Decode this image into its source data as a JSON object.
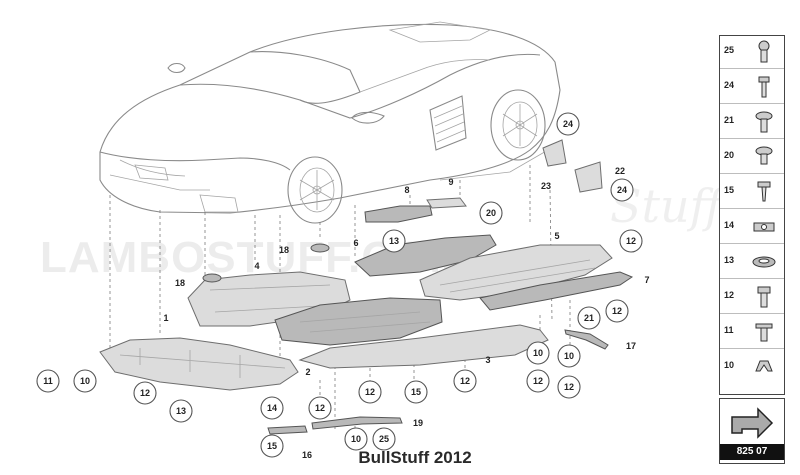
{
  "diagram": {
    "watermark_main": "LAMBOSTUFF.COM",
    "watermark_script": "Stuff",
    "footer_credit": "BullStuff 2012",
    "callouts": [
      {
        "id": "c-24a",
        "label": "24"
      },
      {
        "id": "c-24b",
        "label": "24"
      },
      {
        "id": "c-20",
        "label": "20"
      },
      {
        "id": "c-13a",
        "label": "13"
      },
      {
        "id": "c-12a",
        "label": "12"
      },
      {
        "id": "c-12b",
        "label": "12"
      },
      {
        "id": "c-21",
        "label": "21"
      },
      {
        "id": "c-10a",
        "label": "10"
      },
      {
        "id": "c-10b",
        "label": "10"
      },
      {
        "id": "c-12c",
        "label": "12"
      },
      {
        "id": "c-12d",
        "label": "12"
      },
      {
        "id": "c-11",
        "label": "11"
      },
      {
        "id": "c-10c",
        "label": "10"
      },
      {
        "id": "c-12e",
        "label": "12"
      },
      {
        "id": "c-13b",
        "label": "13"
      },
      {
        "id": "c-14",
        "label": "14"
      },
      {
        "id": "c-12f",
        "label": "12"
      },
      {
        "id": "c-12g",
        "label": "12"
      },
      {
        "id": "c-15a",
        "label": "15"
      },
      {
        "id": "c-12h",
        "label": "12"
      },
      {
        "id": "c-15b",
        "label": "15"
      },
      {
        "id": "c-10d",
        "label": "10"
      },
      {
        "id": "c-25",
        "label": "25"
      }
    ],
    "labels": [
      {
        "id": "l-23",
        "label": "23"
      },
      {
        "id": "l-22",
        "label": "22"
      },
      {
        "id": "l-8",
        "label": "8"
      },
      {
        "id": "l-9",
        "label": "9"
      },
      {
        "id": "l-5",
        "label": "5"
      },
      {
        "id": "l-18a",
        "label": "18"
      },
      {
        "id": "l-6",
        "label": "6"
      },
      {
        "id": "l-4",
        "label": "4"
      },
      {
        "id": "l-18b",
        "label": "18"
      },
      {
        "id": "l-7",
        "label": "7"
      },
      {
        "id": "l-1",
        "label": "1"
      },
      {
        "id": "l-17",
        "label": "17"
      },
      {
        "id": "l-3",
        "label": "3"
      },
      {
        "id": "l-2",
        "label": "2"
      },
      {
        "id": "l-19",
        "label": "19"
      },
      {
        "id": "l-16",
        "label": "16"
      }
    ]
  },
  "legend": {
    "items": [
      {
        "number": "25",
        "icon": "torx-bolt-icon"
      },
      {
        "number": "24",
        "icon": "rivet-icon"
      },
      {
        "number": "21",
        "icon": "flange-screw-icon"
      },
      {
        "number": "20",
        "icon": "flange-screw-icon"
      },
      {
        "number": "15",
        "icon": "tapping-screw-icon"
      },
      {
        "number": "14",
        "icon": "clip-nut-icon"
      },
      {
        "number": "13",
        "icon": "grommet-icon"
      },
      {
        "number": "12",
        "icon": "hex-bolt-icon"
      },
      {
        "number": "11",
        "icon": "washer-bolt-icon"
      },
      {
        "number": "10",
        "icon": "spring-clip-icon"
      }
    ],
    "reference_code": "825 07"
  }
}
